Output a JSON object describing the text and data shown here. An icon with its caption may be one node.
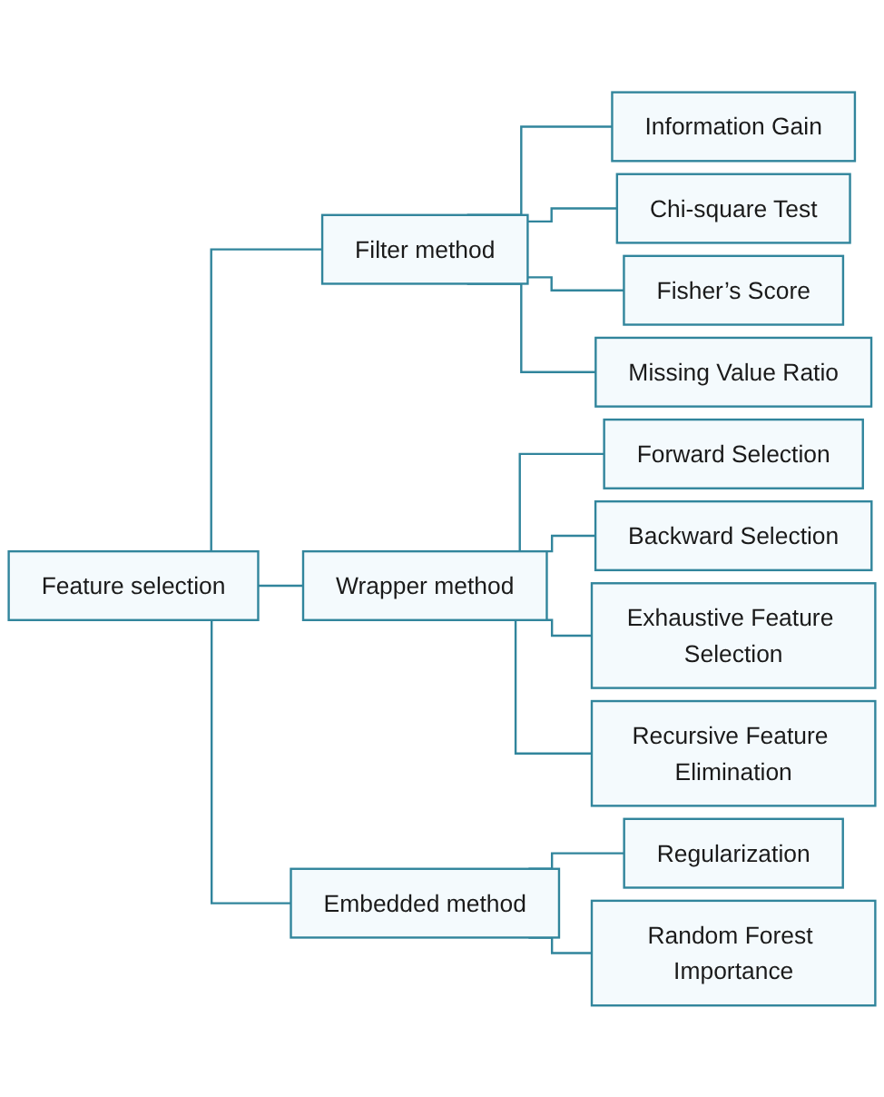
{
  "diagram": {
    "nodes": [
      {
        "text": [
          "Feature selection"
        ]
      },
      {
        "text": [
          "Filter method"
        ]
      },
      {
        "text": [
          "Information Gain"
        ]
      },
      {
        "text": [
          "Chi-square Test"
        ]
      },
      {
        "text": [
          "Fisher’s Score"
        ]
      },
      {
        "text": [
          "Missing Value Ratio"
        ]
      },
      {
        "text": [
          "Wrapper method"
        ]
      },
      {
        "text": [
          "Forward Selection"
        ]
      },
      {
        "text": [
          "Backward Selection"
        ]
      },
      {
        "text": [
          "Exhaustive Feature Selection"
        ]
      },
      {
        "text": [
          "Recursive Feature Elimination"
        ]
      },
      {
        "text": [
          "Embedded method"
        ]
      },
      {
        "text": [
          "Regularization"
        ]
      },
      {
        "text": [
          "Random Forest Importance"
        ]
      }
    ],
    "edges": [
      {
        "from": 0,
        "to": 1,
        "arrow": "none"
      },
      {
        "from": 0,
        "to": 6,
        "arrow": "none"
      },
      {
        "from": 0,
        "to": 11,
        "arrow": "none"
      },
      {
        "from": 1,
        "to": 2,
        "arrow": "none"
      },
      {
        "from": 1,
        "to": 3,
        "arrow": "none"
      },
      {
        "from": 1,
        "to": 4,
        "arrow": "none"
      },
      {
        "from": 1,
        "to": 5,
        "arrow": "none"
      },
      {
        "from": 6,
        "to": 7,
        "arrow": "none"
      },
      {
        "from": 6,
        "to": 8,
        "arrow": "none"
      },
      {
        "from": 6,
        "to": 9,
        "arrow": "none"
      },
      {
        "from": 6,
        "to": 10,
        "arrow": "none"
      },
      {
        "from": 11,
        "to": 12,
        "arrow": "none"
      },
      {
        "from": 11,
        "to": 13,
        "arrow": "none"
      }
    ]
  }
}
